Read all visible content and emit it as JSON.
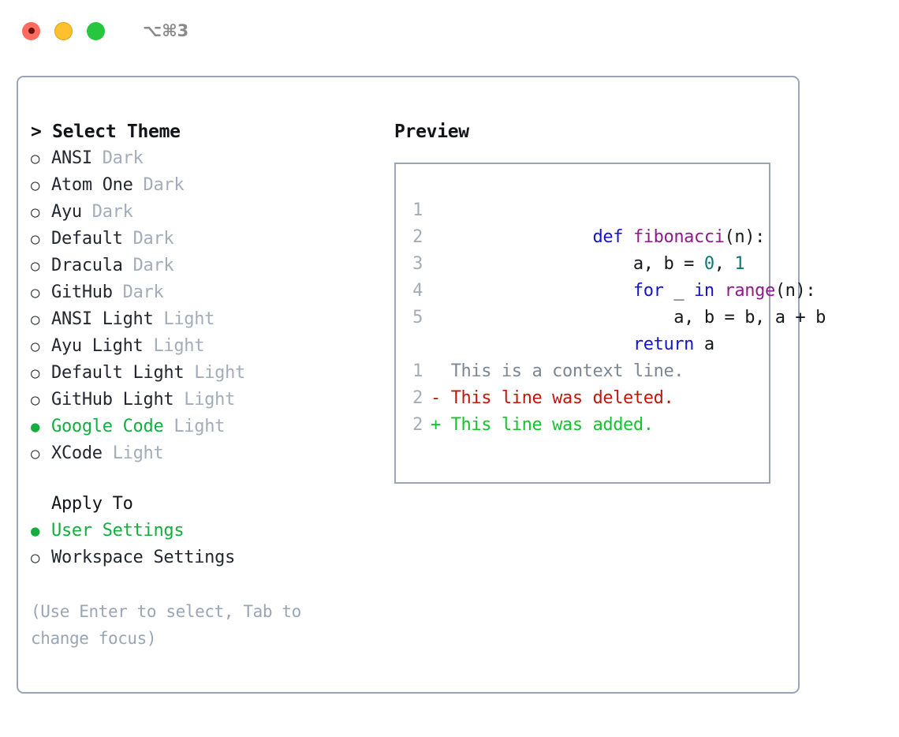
{
  "window": {
    "shortcut": "⌥⌘3",
    "traffic_lights": [
      {
        "name": "close",
        "color": "#fc6a60"
      },
      {
        "name": "minimize",
        "color": "#ffc02e"
      },
      {
        "name": "maximize",
        "color": "#26c63f"
      }
    ]
  },
  "theme_picker": {
    "prompt": ">",
    "title": "Select Theme",
    "header": "> Select Theme",
    "bullet_selected": "●",
    "bullet_unselected": "○",
    "options": [
      {
        "name": "ANSI",
        "tag": "Dark",
        "selected": false
      },
      {
        "name": "Atom One",
        "tag": "Dark",
        "selected": false
      },
      {
        "name": "Ayu",
        "tag": "Dark",
        "selected": false
      },
      {
        "name": "Default",
        "tag": "Dark",
        "selected": false
      },
      {
        "name": "Dracula",
        "tag": "Dark",
        "selected": false
      },
      {
        "name": "GitHub",
        "tag": "Dark",
        "selected": false
      },
      {
        "name": "ANSI Light",
        "tag": "Light",
        "selected": false
      },
      {
        "name": "Ayu Light",
        "tag": "Light",
        "selected": false
      },
      {
        "name": "Default Light",
        "tag": "Light",
        "selected": false
      },
      {
        "name": "GitHub Light",
        "tag": "Light",
        "selected": false
      },
      {
        "name": "Google Code",
        "tag": "Light",
        "selected": true
      },
      {
        "name": "XCode",
        "tag": "Light",
        "selected": false
      }
    ]
  },
  "apply_to": {
    "title": "Apply To",
    "options": [
      {
        "name": "User Settings",
        "selected": true
      },
      {
        "name": "Workspace Settings",
        "selected": false
      }
    ]
  },
  "hint": "(Use Enter to select, Tab to change focus)",
  "preview": {
    "title": "Preview",
    "code_lines": [
      {
        "num": "1",
        "tokens": [
          {
            "t": "def",
            "c": "kw"
          },
          {
            "t": " ",
            "c": "pl"
          },
          {
            "t": "fibonacci",
            "c": "fn"
          },
          {
            "t": "(n):",
            "c": "pl"
          }
        ]
      },
      {
        "num": "2",
        "tokens": [
          {
            "t": "    a, b = ",
            "c": "pl"
          },
          {
            "t": "0",
            "c": "num"
          },
          {
            "t": ", ",
            "c": "pl"
          },
          {
            "t": "1",
            "c": "num"
          }
        ]
      },
      {
        "num": "3",
        "tokens": [
          {
            "t": "    ",
            "c": "pl"
          },
          {
            "t": "for",
            "c": "kw"
          },
          {
            "t": " _ ",
            "c": "pl"
          },
          {
            "t": "in",
            "c": "kw"
          },
          {
            "t": " ",
            "c": "pl"
          },
          {
            "t": "range",
            "c": "fn"
          },
          {
            "t": "(n):",
            "c": "pl"
          }
        ]
      },
      {
        "num": "4",
        "tokens": [
          {
            "t": "        a, b = b, a + b",
            "c": "pl"
          }
        ]
      },
      {
        "num": "5",
        "tokens": [
          {
            "t": "    ",
            "c": "pl"
          },
          {
            "t": "return",
            "c": "kw"
          },
          {
            "t": " a",
            "c": "pl"
          }
        ]
      }
    ],
    "diff_lines": [
      {
        "num": "1",
        "marker": " ",
        "text": "  This is a context line.",
        "kind": "context"
      },
      {
        "num": "2",
        "marker": "-",
        "text": "- This line was deleted.",
        "kind": "deleted"
      },
      {
        "num": "2",
        "marker": "+",
        "text": "+ This line was added.",
        "kind": "added"
      }
    ]
  },
  "colors": {
    "accent_green": "#14ad3f",
    "border": "#9aa5b5",
    "muted": "#a3acbb",
    "keyword": "#1414cf",
    "function": "#8e1b8e",
    "number": "#11767a",
    "diff_context": "#7d8793",
    "diff_deleted": "#c0170c",
    "diff_added": "#14c32e"
  }
}
